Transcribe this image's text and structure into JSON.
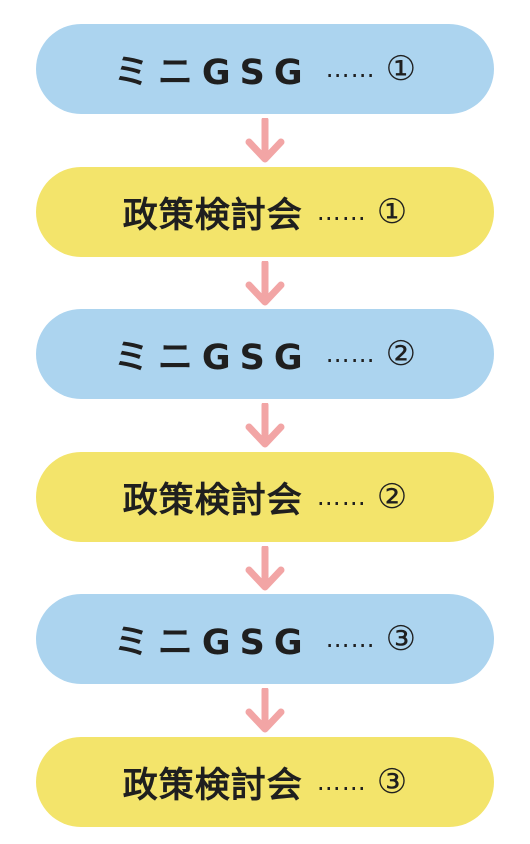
{
  "diagram": {
    "colors": {
      "gsg_fill": "#acd4ef",
      "policy_fill": "#f3e46b",
      "arrow": "#f2a5a5",
      "text": "#1f1f1f"
    },
    "steps": [
      {
        "label": "ミニGSG",
        "dots": "……",
        "number": "①",
        "kind": "gsg"
      },
      {
        "label": "政策検討会",
        "dots": "……",
        "number": "①",
        "kind": "policy"
      },
      {
        "label": "ミニGSG",
        "dots": "……",
        "number": "②",
        "kind": "gsg"
      },
      {
        "label": "政策検討会",
        "dots": "……",
        "number": "②",
        "kind": "policy"
      },
      {
        "label": "ミニGSG",
        "dots": "……",
        "number": "③",
        "kind": "gsg"
      },
      {
        "label": "政策検討会",
        "dots": "……",
        "number": "③",
        "kind": "policy"
      }
    ]
  }
}
